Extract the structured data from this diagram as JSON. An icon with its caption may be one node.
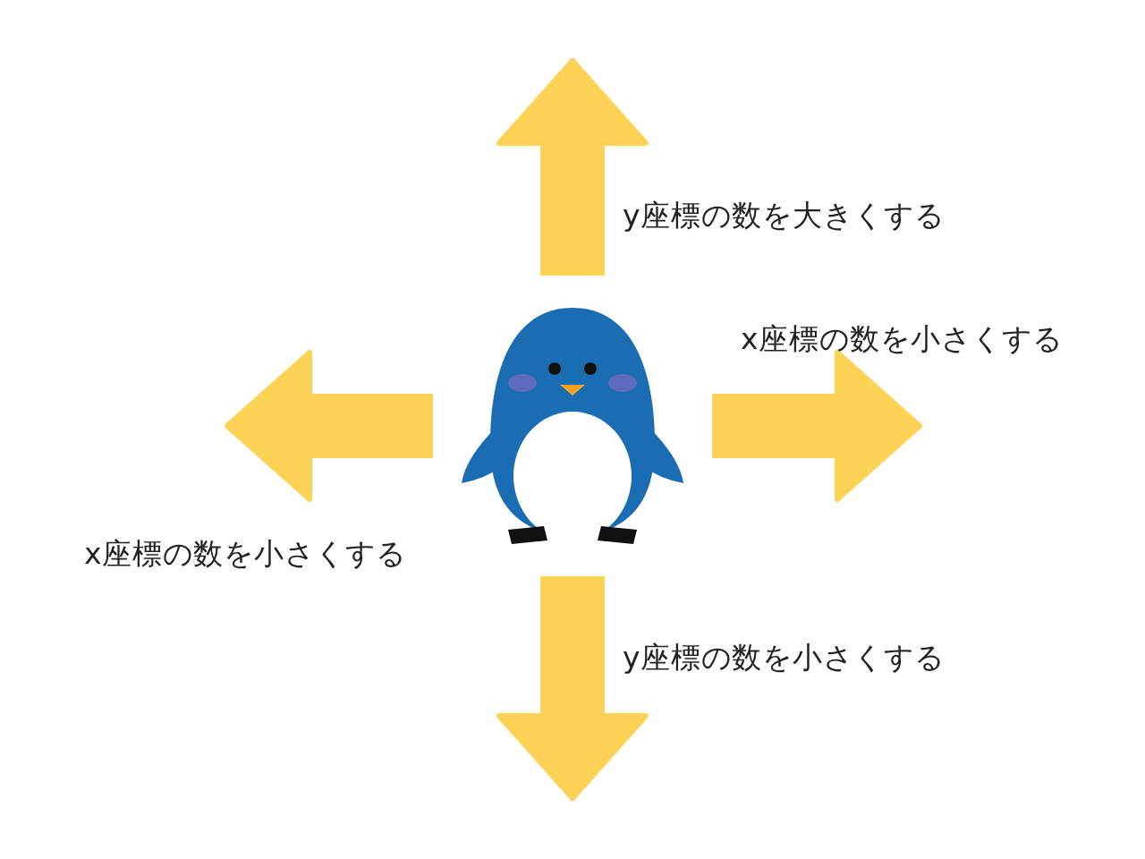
{
  "diagram": {
    "nodes": [
      {
        "text": [],
        "shape": "picture"
      }
    ],
    "labels": [
      "y座標の数を大きくする",
      "x座標の数を小さくする",
      "x座標の数を小さくする",
      "y座標の数を小さくする"
    ]
  }
}
